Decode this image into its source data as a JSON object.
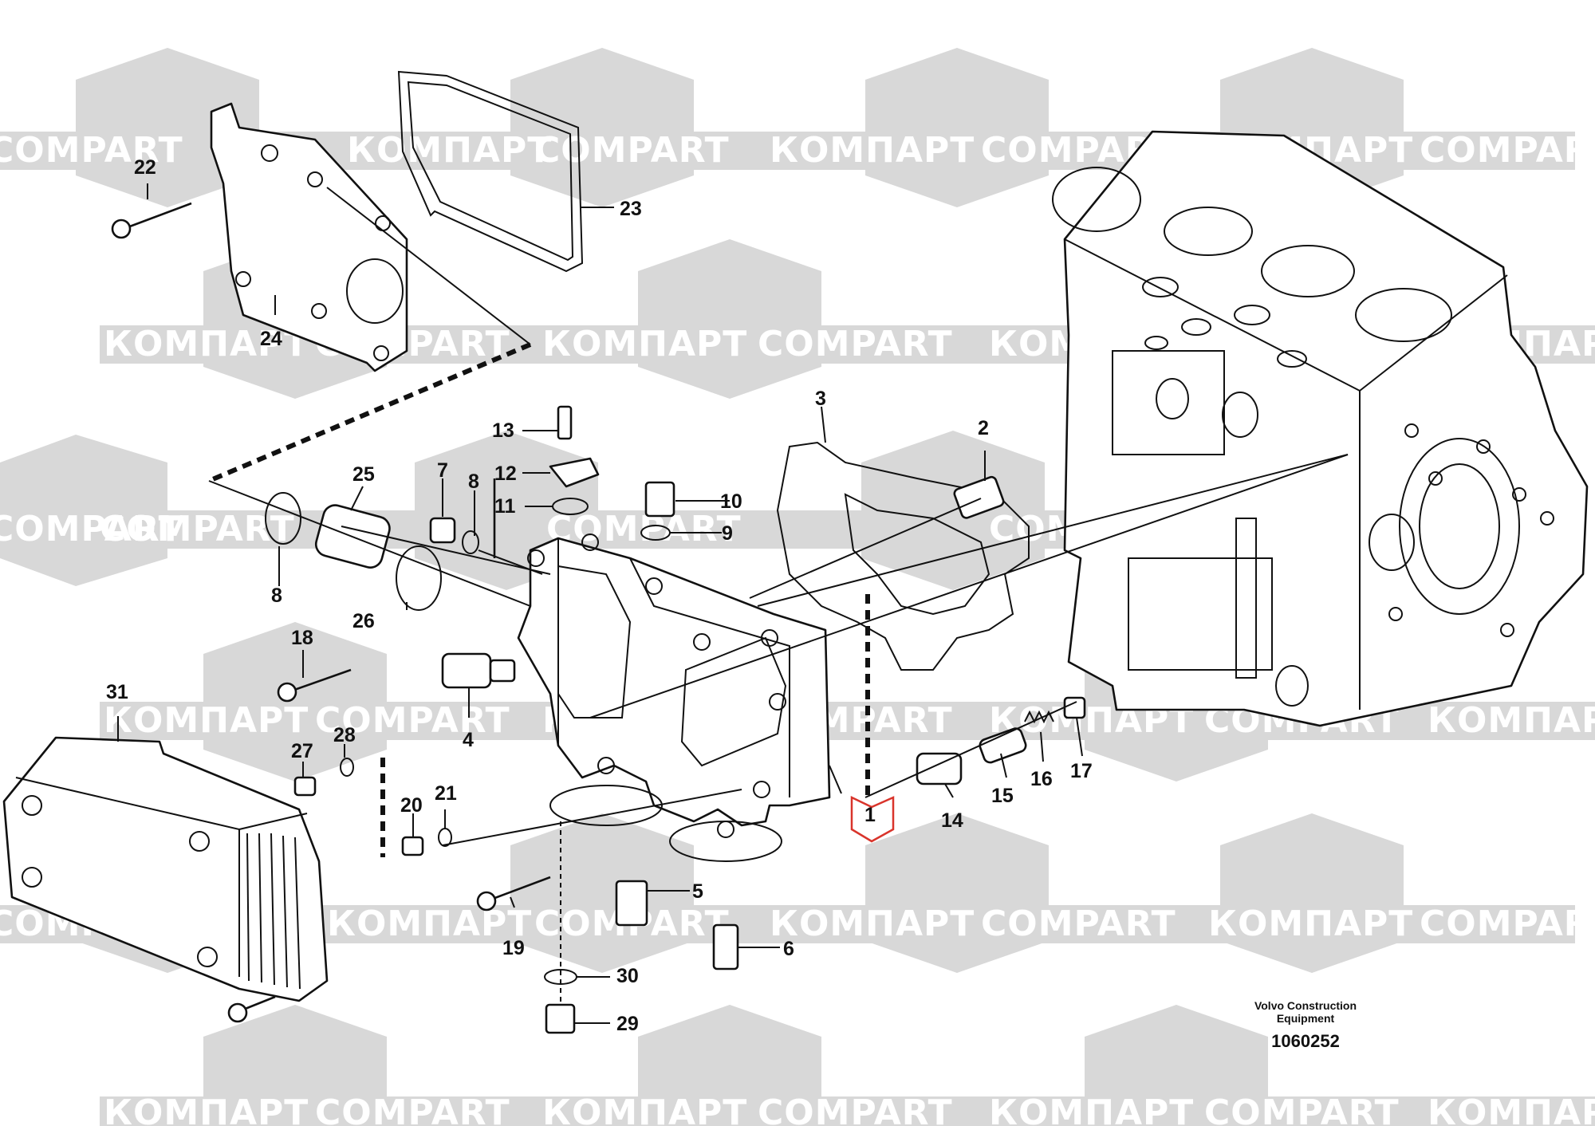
{
  "watermark": {
    "text_cyrillic": "КОМПАРТ",
    "text_latin": "COMPART",
    "color": "#d8d8d8"
  },
  "callouts": {
    "c1": "1",
    "c2": "2",
    "c3": "3",
    "c4": "4",
    "c5": "5",
    "c6": "6",
    "c7": "7",
    "c8a": "8",
    "c8b": "8",
    "c9": "9",
    "c10": "10",
    "c11": "11",
    "c12": "12",
    "c13": "13",
    "c14": "14",
    "c15": "15",
    "c16": "16",
    "c17": "17",
    "c18": "18",
    "c19": "19",
    "c20": "20",
    "c21": "21",
    "c22": "22",
    "c23": "23",
    "c24": "24",
    "c25": "25",
    "c26": "26",
    "c27": "27",
    "c28": "28",
    "c29": "29",
    "c30": "30",
    "c31": "31"
  },
  "highlight_color": "#d9342b",
  "footer": {
    "maker_line1": "Volvo Construction",
    "maker_line2": "Equipment",
    "doc_number": "1060252"
  }
}
